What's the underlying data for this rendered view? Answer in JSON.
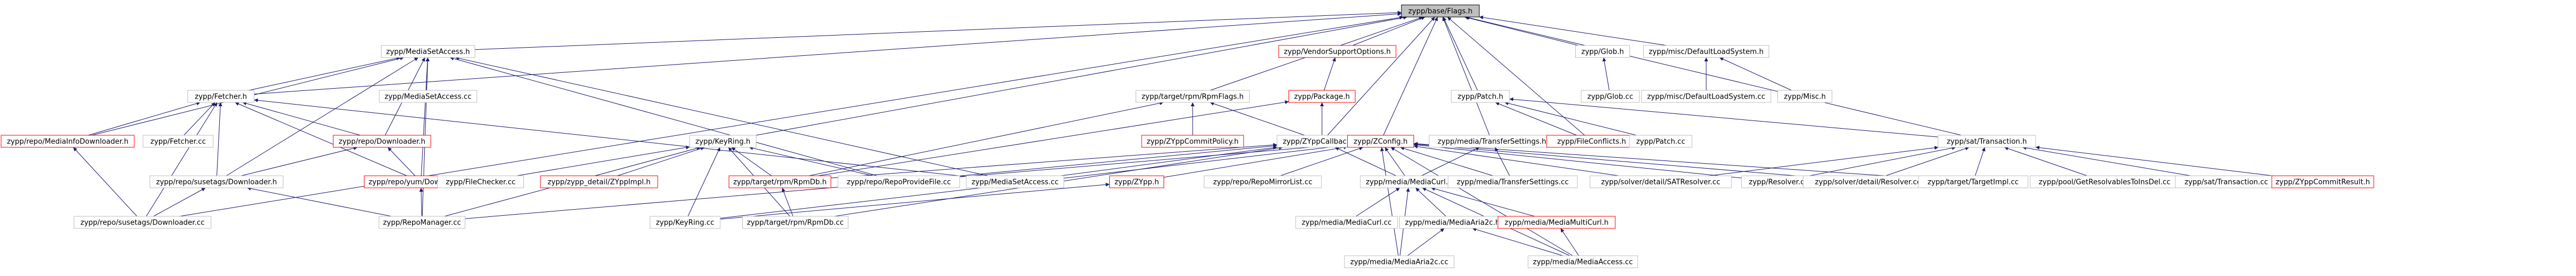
{
  "graph": {
    "colors": {
      "node_border": "#bfbfbf",
      "highlight_border": "#ff0000",
      "root_fill": "#bfbfbf",
      "node_fill": "#ffffff",
      "edge": "#191970"
    },
    "nodes": [
      {
        "id": "base_flags",
        "label": "zypp/base/Flags.h",
        "root": true
      },
      {
        "id": "media_set_access_h",
        "label": "zypp/MediaSetAccess.h"
      },
      {
        "id": "vendor_support_h",
        "label": "zypp/VendorSupportOptions.h",
        "highlight": true
      },
      {
        "id": "glob_h",
        "label": "zypp/Glob.h"
      },
      {
        "id": "default_loadsystem_h",
        "label": "zypp/misc/DefaultLoadSystem.h"
      },
      {
        "id": "fetcher_h",
        "label": "zypp/Fetcher.h"
      },
      {
        "id": "rpm_flags_h",
        "label": "zypp/target/rpm/RpmFlags.h"
      },
      {
        "id": "package_h",
        "label": "zypp/Package.h",
        "highlight": true
      },
      {
        "id": "patch_h",
        "label": "zypp/Patch.h"
      },
      {
        "id": "glob_cc",
        "label": "zypp/Glob.cc"
      },
      {
        "id": "default_loadsystem_cc",
        "label": "zypp/misc/DefaultLoadSystem.cc"
      },
      {
        "id": "misc_h",
        "label": "zypp/Misc.h"
      },
      {
        "id": "media_set_access_cc",
        "label": "zypp/MediaSetAccess.cc"
      },
      {
        "id": "metalink_downloader_h",
        "label": "zypp/repo/MediaInfoDownloader.h",
        "highlight": true
      },
      {
        "id": "fetcher_cc",
        "label": "zypp/Fetcher.cc"
      },
      {
        "id": "repo_downloader_h",
        "label": "zypp/repo/Downloader.h",
        "highlight": true
      },
      {
        "id": "keyring_h",
        "label": "zypp/KeyRing.h"
      },
      {
        "id": "ztcommit_policy_h",
        "label": "zypp/ZYppCommitPolicy.h",
        "highlight": true
      },
      {
        "id": "callbacks_h",
        "label": "zypp/ZYppCallbacks.h"
      },
      {
        "id": "zconfig_h",
        "label": "zypp/ZConfig.h",
        "highlight": true
      },
      {
        "id": "media_transfer_h",
        "label": "zypp/media/TransferSettings.h"
      },
      {
        "id": "file_conflicts_h",
        "label": "zypp/FileConflicts.h",
        "highlight": true
      },
      {
        "id": "patch_cc",
        "label": "zypp/Patch.cc"
      },
      {
        "id": "sat_transaction_h",
        "label": "zypp/sat/Transaction.h"
      },
      {
        "id": "susetags_downloader_h",
        "label": "zypp/repo/susetags/Downloader.h"
      },
      {
        "id": "yum_downloader_h",
        "label": "zypp/repo/yum/Downloader.h",
        "highlight": true
      },
      {
        "id": "filechecker_cc",
        "label": "zypp/FileChecker.cc"
      },
      {
        "id": "zypp_impl_h",
        "label": "zypp/zypp_detail/ZYppImpl.h",
        "highlight": true
      },
      {
        "id": "rpmcallbacks_h",
        "label": "zypp/target/rpm/RpmDb.h",
        "highlight": true
      },
      {
        "id": "repo_provide_file_cc",
        "label": "zypp/repo/RepoProvideFile.cc"
      },
      {
        "id": "media_set_access2_cc",
        "label": "zypp/MediaSetAccess.cc"
      },
      {
        "id": "zypp_h",
        "label": "zypp/ZYpp.h",
        "highlight": true
      },
      {
        "id": "repo_mirrorlist_cc",
        "label": "zypp/repo/RepoMirrorList.cc"
      },
      {
        "id": "media_curl_h",
        "label": "zypp/media/MediaCurl.h"
      },
      {
        "id": "media_transfer_cc",
        "label": "zypp/media/TransferSettings.cc"
      },
      {
        "id": "sat_resolver_cc",
        "label": "zypp/solver/detail/SATResolver.cc"
      },
      {
        "id": "resolver_cc",
        "label": "zypp/Resolver.cc"
      },
      {
        "id": "solver_resolver_cc",
        "label": "zypp/solver/detail/Resolver.cc"
      },
      {
        "id": "target_impl_cc",
        "label": "zypp/target/TargetImpl.cc"
      },
      {
        "id": "pool_get_resolvables_cc",
        "label": "zypp/pool/GetResolvablesToInsDel.cc"
      },
      {
        "id": "sat_transaction_cc",
        "label": "zypp/sat/Transaction.cc"
      },
      {
        "id": "zypp_commit_result_h",
        "label": "zypp/ZYppCommitResult.h",
        "highlight": true
      },
      {
        "id": "susetags_downloader_cc",
        "label": "zypp/repo/susetags/Downloader.cc"
      },
      {
        "id": "repo_manager_cc",
        "label": "zypp/RepoManager.cc"
      },
      {
        "id": "keyring_cc",
        "label": "zypp/KeyRing.cc"
      },
      {
        "id": "rpmdb_cc",
        "label": "zypp/target/rpm/RpmDb.cc"
      },
      {
        "id": "media_curl_cc",
        "label": "zypp/media/MediaCurl.cc"
      },
      {
        "id": "media_aria2c_h",
        "label": "zypp/media/MediaAria2c.h"
      },
      {
        "id": "media_multicurl_h",
        "label": "zypp/media/MediaMultiCurl.h",
        "highlight": true
      },
      {
        "id": "media_aria2c_cc",
        "label": "zypp/media/MediaAria2c.cc"
      },
      {
        "id": "media_access_cc",
        "label": "zypp/media/MediaAccess.cc"
      }
    ],
    "edges": [
      [
        "base_flags",
        "media_set_access_h"
      ],
      [
        "base_flags",
        "vendor_support_h"
      ],
      [
        "base_flags",
        "glob_h"
      ],
      [
        "base_flags",
        "default_loadsystem_h"
      ],
      [
        "base_flags",
        "fetcher_h"
      ],
      [
        "base_flags",
        "rpm_flags_h"
      ],
      [
        "base_flags",
        "patch_h"
      ],
      [
        "base_flags",
        "keyring_h"
      ],
      [
        "base_flags",
        "media_transfer_h"
      ],
      [
        "base_flags",
        "file_conflicts_h"
      ],
      [
        "base_flags",
        "sat_transaction_h"
      ],
      [
        "base_flags",
        "zconfig_h"
      ],
      [
        "base_flags",
        "susetags_downloader_cc"
      ],
      [
        "base_flags",
        "callbacks_h"
      ],
      [
        "vendor_support_h",
        "package_h"
      ],
      [
        "glob_h",
        "glob_cc"
      ],
      [
        "default_loadsystem_h",
        "default_loadsystem_cc"
      ],
      [
        "default_loadsystem_h",
        "misc_h"
      ],
      [
        "media_set_access_h",
        "fetcher_h"
      ],
      [
        "media_set_access_h",
        "repo_downloader_h"
      ],
      [
        "media_set_access_h",
        "susetags_downloader_h"
      ],
      [
        "media_set_access_h",
        "yum_downloader_h"
      ],
      [
        "media_set_access_h",
        "metalink_downloader_h"
      ],
      [
        "media_set_access_h",
        "repo_manager_cc"
      ],
      [
        "media_set_access_h",
        "media_set_access2_cc"
      ],
      [
        "media_set_access_h",
        "repo_provide_file_cc"
      ],
      [
        "fetcher_h",
        "metalink_downloader_h"
      ],
      [
        "fetcher_h",
        "fetcher_cc"
      ],
      [
        "fetcher_h",
        "repo_downloader_h"
      ],
      [
        "fetcher_h",
        "susetags_downloader_h"
      ],
      [
        "fetcher_h",
        "yum_downloader_h"
      ],
      [
        "fetcher_h",
        "susetags_downloader_cc"
      ],
      [
        "fetcher_h",
        "media_set_access2_cc"
      ],
      [
        "repo_downloader_h",
        "susetags_downloader_h"
      ],
      [
        "repo_downloader_h",
        "yum_downloader_h"
      ],
      [
        "susetags_downloader_h",
        "susetags_downloader_cc"
      ],
      [
        "susetags_downloader_h",
        "repo_manager_cc"
      ],
      [
        "yum_downloader_h",
        "repo_manager_cc"
      ],
      [
        "metalink_downloader_h",
        "susetags_downloader_cc"
      ],
      [
        "rpm_flags_h",
        "ztcommit_policy_h"
      ],
      [
        "rpm_flags_h",
        "rpmcallbacks_h"
      ],
      [
        "rpm_flags_h",
        "callbacks_h"
      ],
      [
        "package_h",
        "callbacks_h"
      ],
      [
        "package_h",
        "rpmcallbacks_h"
      ],
      [
        "keyring_h",
        "filechecker_cc"
      ],
      [
        "keyring_h",
        "zypp_impl_h"
      ],
      [
        "keyring_h",
        "repo_manager_cc"
      ],
      [
        "keyring_h",
        "keyring_cc"
      ],
      [
        "keyring_h",
        "rpmcallbacks_h"
      ],
      [
        "keyring_h",
        "rpmdb_cc"
      ],
      [
        "keyring_h",
        "repo_provide_file_cc"
      ],
      [
        "callbacks_h",
        "rpmcallbacks_h"
      ],
      [
        "callbacks_h",
        "repo_provide_file_cc"
      ],
      [
        "callbacks_h",
        "media_set_access2_cc"
      ],
      [
        "callbacks_h",
        "media_curl_h"
      ],
      [
        "callbacks_h",
        "rpmdb_cc"
      ],
      [
        "zconfig_h",
        "zypp_h"
      ],
      [
        "zconfig_h",
        "repo_mirrorlist_cc"
      ],
      [
        "zconfig_h",
        "media_curl_h"
      ],
      [
        "zconfig_h",
        "sat_resolver_cc"
      ],
      [
        "zconfig_h",
        "resolver_cc"
      ],
      [
        "zconfig_h",
        "solver_resolver_cc"
      ],
      [
        "zconfig_h",
        "target_impl_cc"
      ],
      [
        "zconfig_h",
        "media_transfer_cc"
      ],
      [
        "zconfig_h",
        "keyring_cc"
      ],
      [
        "zconfig_h",
        "repo_manager_cc"
      ],
      [
        "zconfig_h",
        "media_aria2c_cc"
      ],
      [
        "zconfig_h",
        "media_access_cc"
      ],
      [
        "zypp_h",
        "keyring_cc"
      ],
      [
        "media_transfer_h",
        "media_transfer_cc"
      ],
      [
        "media_transfer_h",
        "media_curl_h"
      ],
      [
        "patch_h",
        "patch_cc"
      ],
      [
        "patch_h",
        "file_conflicts_h"
      ],
      [
        "patch_h",
        "sat_transaction_h"
      ],
      [
        "sat_transaction_h",
        "sat_resolver_cc"
      ],
      [
        "sat_transaction_h",
        "resolver_cc"
      ],
      [
        "sat_transaction_h",
        "solver_resolver_cc"
      ],
      [
        "sat_transaction_h",
        "target_impl_cc"
      ],
      [
        "sat_transaction_h",
        "pool_get_resolvables_cc"
      ],
      [
        "sat_transaction_h",
        "sat_transaction_cc"
      ],
      [
        "sat_transaction_h",
        "zypp_commit_result_h"
      ],
      [
        "media_curl_h",
        "media_curl_cc"
      ],
      [
        "media_curl_h",
        "media_aria2c_h"
      ],
      [
        "media_curl_h",
        "media_multicurl_h"
      ],
      [
        "media_curl_h",
        "media_aria2c_cc"
      ],
      [
        "media_curl_h",
        "media_access_cc"
      ],
      [
        "media_aria2c_h",
        "media_aria2c_cc"
      ],
      [
        "media_aria2c_h",
        "media_access_cc"
      ],
      [
        "media_multicurl_h",
        "media_access_cc"
      ],
      [
        "rpmcallbacks_h",
        "rpmdb_cc"
      ]
    ]
  }
}
